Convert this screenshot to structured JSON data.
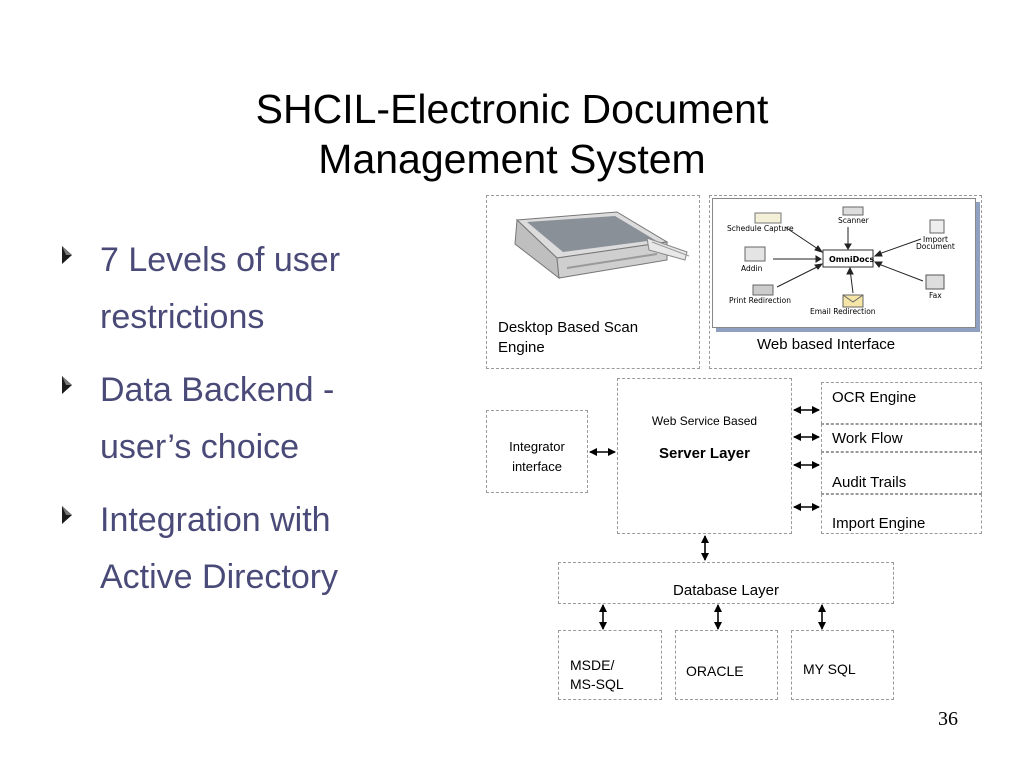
{
  "slide": {
    "title_line1": "SHCIL-Electronic Document",
    "title_line2": "Management System",
    "page_number": "36"
  },
  "bullets": [
    {
      "line1": "7 Levels of user",
      "line2": "restrictions"
    },
    {
      "line1": "Data Backend -",
      "line2": "user’s choice"
    },
    {
      "line1": "Integration with",
      "line2": "Active Directory"
    }
  ],
  "diagram": {
    "desktop_scan": {
      "line1": "Desktop Based Scan",
      "line2": "Engine"
    },
    "web_interface": {
      "label": "Web based Interface",
      "center": "OmniDocs",
      "schedule_capture": "Schedule Capture",
      "scanner": "Scanner",
      "import_document_1": "Import",
      "import_document_2": "Document",
      "addin": "Addin",
      "fax": "Fax",
      "print_redirection": "Print Redirection",
      "email_redirection": "Email Redirection"
    },
    "integrator": {
      "line1": "Integrator",
      "line2": "interface"
    },
    "server": {
      "subtitle": "Web Service Based",
      "title": "Server Layer"
    },
    "modules": [
      "OCR Engine",
      "Work Flow",
      "Audit Trails",
      "Import Engine"
    ],
    "database_layer": "Database Layer",
    "databases": {
      "msde_line1": "MSDE/",
      "msde_line2": "MS-SQL",
      "oracle": "ORACLE",
      "mysql": "MY SQL"
    }
  }
}
